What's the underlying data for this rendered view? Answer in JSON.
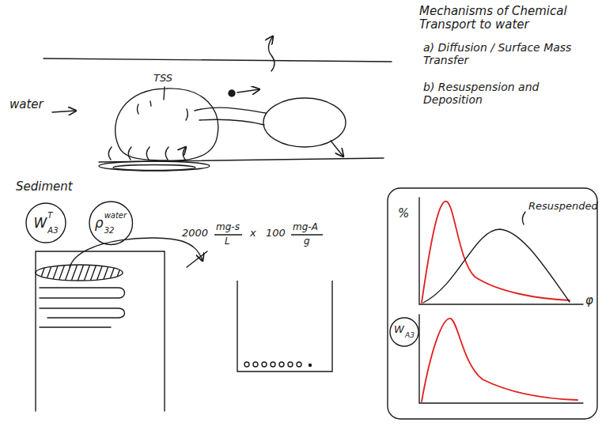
{
  "diagram": {
    "title": "Mechanisms of Chemical Transport to water",
    "nodes": [
      {
        "text": [
          "W",
          "T",
          "A3"
        ]
      },
      {
        "text": [
          "ρ",
          "water",
          "32"
        ]
      },
      {
        "text": [
          "W",
          "A3"
        ]
      }
    ],
    "labels": [
      "water",
      "TSS",
      "Sediment",
      "2000",
      "mg-s",
      "L",
      "x",
      "100",
      "mg-A",
      "g",
      "%",
      "φ",
      "Resuspended",
      "a) Diffusion / Surface Mass Transfer",
      "b) Resuspension and Deposition"
    ]
  }
}
